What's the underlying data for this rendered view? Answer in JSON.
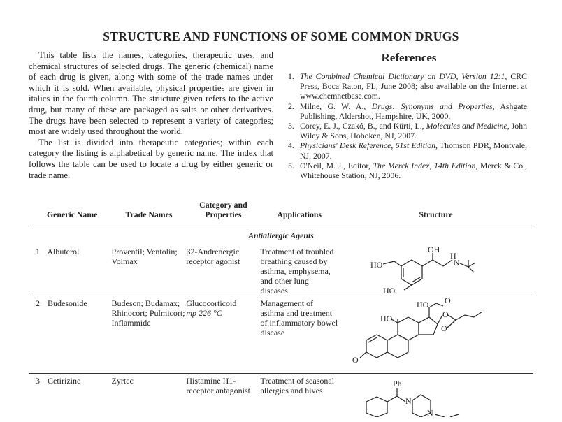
{
  "title": "STRUCTURE AND FUNCTIONS OF SOME COMMON DRUGS",
  "intro": {
    "p1": "This table lists the names, categories, therapeutic uses, and chemical structures of selected drugs. The generic (chemical) name of each drug is given, along with some of the trade names under which it is sold. When available, physical properties are given in italics in the fourth column. The structure given refers to the active drug, but many of these are packaged as salts or other derivatives. The drugs have been selected to represent a variety of categories; most are widely used throughout the world.",
    "p2": "The list is divided into therapeutic categories; within each category the listing is alphabetical by generic name. The index that follows the table can be used to locate a drug by either generic or trade name."
  },
  "references": {
    "heading": "References",
    "items": [
      {
        "num": "1.",
        "italic": "The Combined Chemical Dictionary on DVD, Version 12:1,",
        "rest": " CRC Press, Boca Raton, FL, June 2008; also available on the Internet at www.chemnetbase.com."
      },
      {
        "num": "2.",
        "lead": "Milne, G. W. A., ",
        "italic": "Drugs: Synonyms and Properties,",
        "rest": " Ashgate Publishing, Aldershot, Hampshire, UK, 2000."
      },
      {
        "num": "3.",
        "lead": "Corey, E. J., Czakó, B., and Kürti, L., ",
        "italic": "Molecules and Medicine,",
        "rest": " John Wiley & Sons, Hoboken, NJ, 2007."
      },
      {
        "num": "4.",
        "italic": "Physicians' Desk Reference, 61st Edition,",
        "rest": " Thomson PDR, Montvale, NJ, 2007."
      },
      {
        "num": "5.",
        "lead": "O'Neil, M. J., Editor, ",
        "italic": "The Merck Index, 14th Edition,",
        "rest": " Merck & Co., Whitehouse Station, NJ, 2006."
      }
    ]
  },
  "table": {
    "headers": {
      "generic": "Generic Name",
      "trade": "Trade Names",
      "category_line1": "Category and",
      "category_line2": "Properties",
      "applications": "Applications",
      "structure": "Structure"
    },
    "category": "Antiallergic Agents",
    "rows": [
      {
        "num": "1",
        "generic": "Albuterol",
        "trade": "Proventil; Ventolin; Volmax",
        "category": "β2-Andrenergic receptor agonist",
        "properties": "",
        "applications": "Treatment of troubled breathing caused by asthma, emphysema, and other lung diseases",
        "structure_labels": [
          "OH",
          "H",
          "N",
          "HO",
          "HO"
        ]
      },
      {
        "num": "2",
        "generic": "Budesonide",
        "trade": "Budeson; Budamax; Rhinocort; Pulmicort; Inflammide",
        "category": "Glucocorticoid",
        "properties": "mp 226 °C",
        "applications": "Management of asthma and treatment of inflammatory bowel disease",
        "structure_labels": [
          "HO",
          "HO",
          "O",
          "O",
          "O",
          "O"
        ]
      },
      {
        "num": "3",
        "generic": "Cetirizine",
        "trade": "Zyrtec",
        "category": "Histamine H1-receptor antagonist",
        "properties": "",
        "applications": "Treatment of seasonal allergies and hives",
        "structure_labels": [
          "Ph",
          "N",
          "N"
        ]
      }
    ]
  }
}
